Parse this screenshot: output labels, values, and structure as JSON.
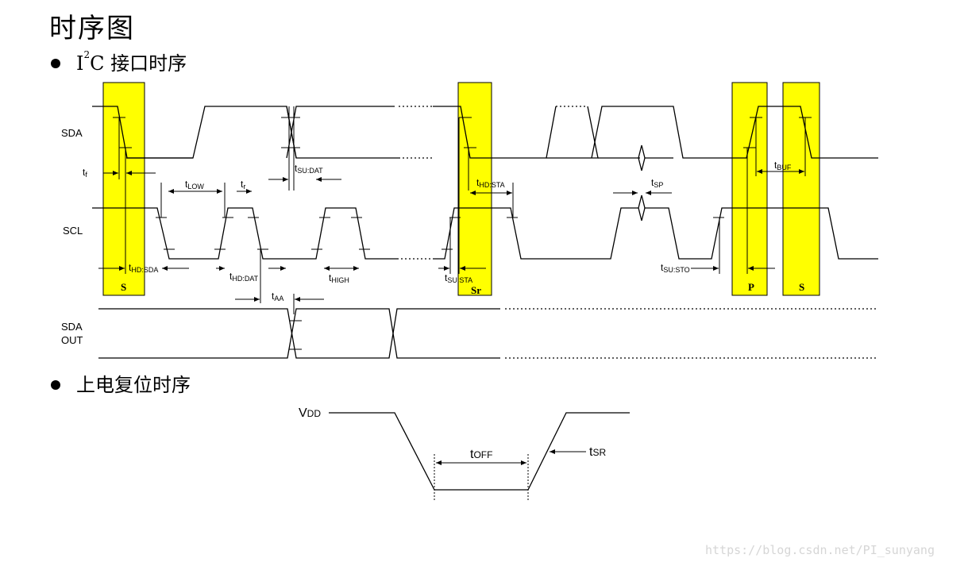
{
  "title": "时序图",
  "sections": {
    "i2c": {
      "prefix": "I",
      "sup": "2",
      "rest": "C 接口时序"
    },
    "power": {
      "label": "上电复位时序"
    }
  },
  "signals": {
    "sda": "SDA",
    "scl": "SCL",
    "sda_out_1": "SDA",
    "sda_out_2": "OUT"
  },
  "conditions": {
    "s1": "S",
    "sr": "Sr",
    "p": "P",
    "s2": "S"
  },
  "timing_params": {
    "tf": {
      "t": "t",
      "s": "f"
    },
    "tlow": {
      "t": "t",
      "s": "LOW"
    },
    "tr": {
      "t": "t",
      "s": "r"
    },
    "tsu_dat": {
      "t": "t",
      "s": "SU:DAT"
    },
    "thd_sda": {
      "t": "t",
      "s": "HD:SDA"
    },
    "thd_dat": {
      "t": "t",
      "s": "HD:DAT"
    },
    "thigh": {
      "t": "t",
      "s": "HIGH"
    },
    "taa": {
      "t": "t",
      "s": "AA"
    },
    "thd_sta": {
      "t": "t",
      "s": "HD:STA"
    },
    "tsu_sta": {
      "t": "t",
      "s": "SU:STA"
    },
    "tsp": {
      "t": "t",
      "s": "SP"
    },
    "tsu_sto": {
      "t": "t",
      "s": "SU:STO"
    },
    "tbuf": {
      "t": "t",
      "s": "BUF"
    }
  },
  "power_labels": {
    "vdd": {
      "t": "V",
      "s": "DD"
    },
    "toff": {
      "t": "t",
      "s": "OFF"
    },
    "tsr": {
      "t": "t",
      "s": "SR"
    }
  },
  "colors": {
    "highlight": "#ffff00",
    "line": "#000000",
    "watermark": "#d6d6d6"
  },
  "watermark": "https://blog.csdn.net/PI_sunyang"
}
